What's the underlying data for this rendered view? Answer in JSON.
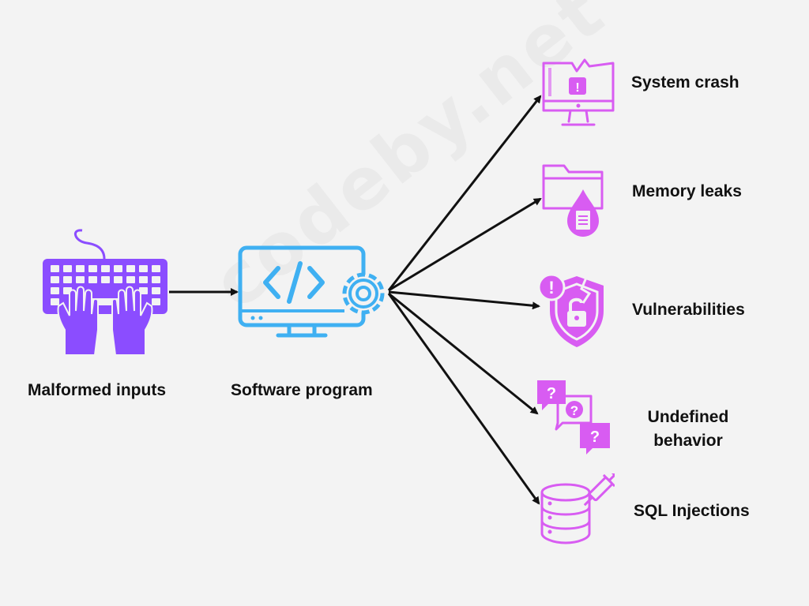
{
  "watermark": "codeby.net",
  "colors": {
    "keyboard": "#8b4dff",
    "program": "#3fb0f2",
    "outcome": "#d85cf2",
    "arrow": "#111111",
    "background": "#f3f3f3"
  },
  "nodes": {
    "input": {
      "label": "Malformed inputs",
      "icon": "keyboard-icon"
    },
    "program": {
      "label": "Software program",
      "icon": "code-monitor-gear-icon"
    }
  },
  "outcomes": [
    {
      "label": "System crash",
      "icon": "broken-monitor-icon"
    },
    {
      "label": "Memory leaks",
      "icon": "leaking-folder-icon"
    },
    {
      "label": "Vulnerabilities",
      "icon": "broken-shield-lock-icon"
    },
    {
      "label_line1": "Undefined",
      "label_line2": "behavior",
      "icon": "question-bubbles-icon"
    },
    {
      "label": "SQL Injections",
      "icon": "database-syringe-icon"
    }
  ]
}
